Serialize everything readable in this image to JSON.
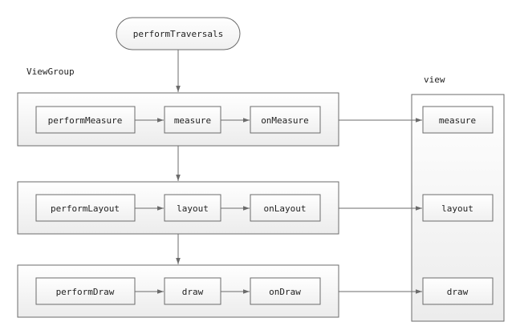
{
  "colors": {
    "stroke": "#6b6b6b",
    "group_fill": "#f3f3f3",
    "box_fill": "#f7f7f7",
    "background": "#ffffff",
    "text": "#222222"
  },
  "root": {
    "label": "performTraversals"
  },
  "labels": {
    "viewgroup": "ViewGroup",
    "view": "view"
  },
  "rows": [
    {
      "perform": "performMeasure",
      "method": "measure",
      "callback": "onMeasure",
      "view_method": "measure"
    },
    {
      "perform": "performLayout",
      "method": "layout",
      "callback": "onLayout",
      "view_method": "layout"
    },
    {
      "perform": "performDraw",
      "method": "draw",
      "callback": "onDraw",
      "view_method": "draw"
    }
  ]
}
